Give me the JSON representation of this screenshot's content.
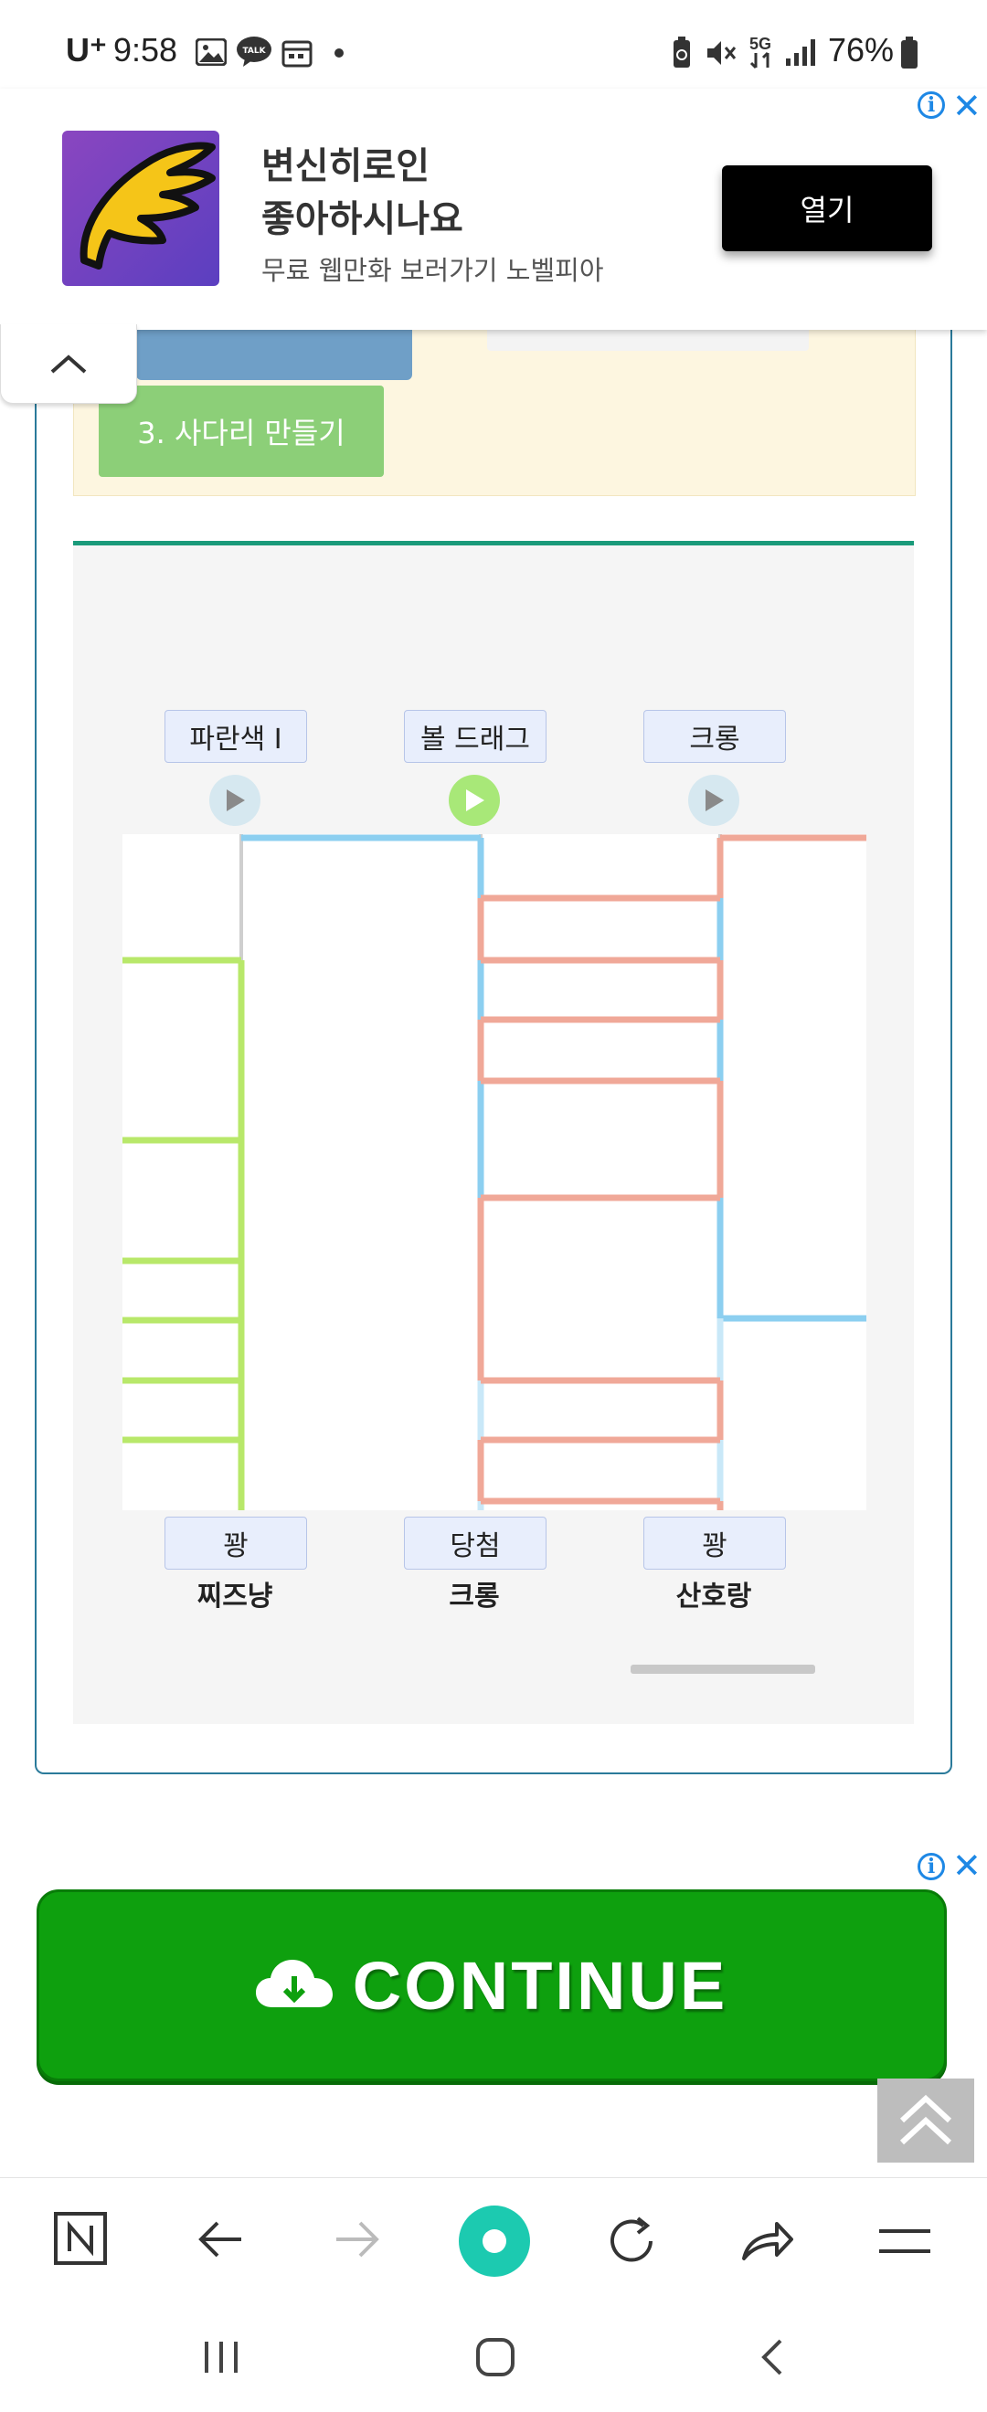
{
  "status_bar": {
    "carrier": "U⁺",
    "time": "9:58",
    "network": "5G",
    "battery": "76%",
    "icons": [
      "gallery-icon",
      "kakaotalk-icon",
      "calendar-icon",
      "dot-icon",
      "battery-saver-icon",
      "mute-icon",
      "5g-icon",
      "signal-icon",
      "battery-icon"
    ]
  },
  "ad_top": {
    "title_line1": "변신히로인",
    "title_line2": "좋아하시나요",
    "subtitle": "무료 웹만화 보러가기 노벨피아",
    "open_button": "열기",
    "info_icon": "i",
    "close_icon": "✕",
    "colors": {
      "button_bg": "#000000",
      "info_color": "#1e88e5"
    }
  },
  "menu": {
    "hidden_button_1": "",
    "hidden_button_2": "",
    "ladder_button": "3. 사다리 만들기",
    "colors": {
      "blue_button": "#6f9fc7",
      "green_button": "#8ccf78",
      "panel_bg": "#fdf6e0"
    }
  },
  "game": {
    "top_labels": [
      "파란색 I",
      "볼 드래그",
      "크롱"
    ],
    "bottom_results": [
      "꽝",
      "당첨",
      "꽝"
    ],
    "bottom_names": [
      "찌즈냥",
      "크롱",
      "산호랑"
    ],
    "colors": {
      "green_path": "#b8e86a",
      "blue_path": "#8ccff0",
      "red_path": "#f0a898",
      "play_active": "#a8e878",
      "play_inactive": "#d6e8f0"
    }
  },
  "continue_ad": {
    "label": "CONTINUE",
    "icon": "cloud-download-icon",
    "bg": "#0ea00e"
  },
  "browser_bar": {
    "icons": [
      "naver-n-icon",
      "back-arrow-icon",
      "forward-arrow-icon",
      "home-circle-icon",
      "refresh-icon",
      "share-icon",
      "menu-icon"
    ]
  },
  "system_nav": {
    "icons": [
      "recent-apps-icon",
      "home-icon",
      "back-icon"
    ]
  }
}
